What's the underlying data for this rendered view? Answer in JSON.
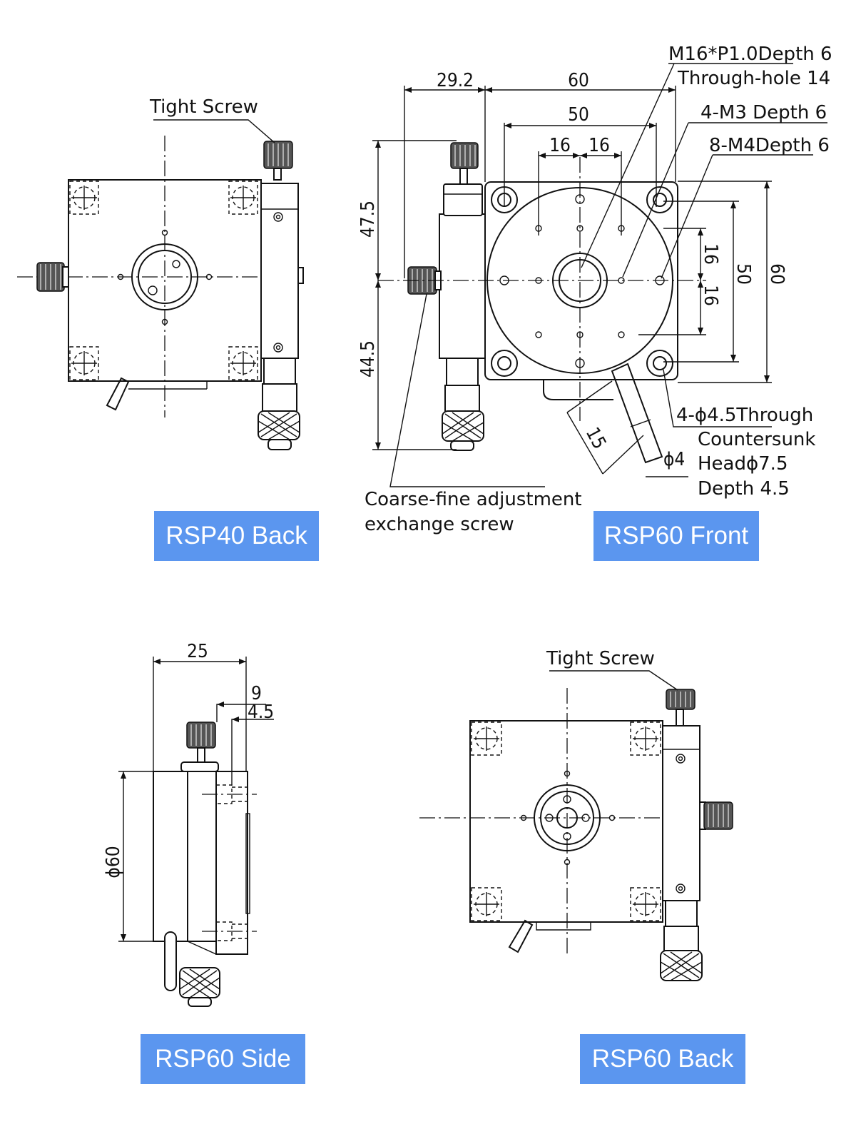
{
  "captions": {
    "rsp40_back": "RSP40 Back",
    "rsp60_front": "RSP60 Front",
    "rsp60_side": "RSP60 Side",
    "rsp60_back": "RSP60 Back"
  },
  "labels": {
    "tight_screw_top": "Tight Screw",
    "tight_screw_bottom": "Tight Screw",
    "coarse_fine_line1": "Coarse-fine adjustment",
    "coarse_fine_line2": "exchange screw",
    "m16_line1": "M16*P1.0Depth 6",
    "m16_line2": "Through-hole 14",
    "m3_note": "4-M3 Depth 6",
    "m4_note": "8-M4Depth 6",
    "through_line1": "4-ϕ4.5Through",
    "through_line2": "Countersunk",
    "through_line3": "Headϕ7.5",
    "through_line4": "Depth 4.5"
  },
  "dimensions": {
    "front_29_2": "29.2",
    "front_60_top": "60",
    "front_50_top": "50",
    "front_16_left": "16",
    "front_16_right": "16",
    "front_47_5": "47.5",
    "front_44_5": "44.5",
    "front_16_upper": "16",
    "front_16_lower": "16",
    "front_50_right": "50",
    "front_60_right": "60",
    "front_15": "15",
    "front_phi4": "ϕ4",
    "side_25": "25",
    "side_9": "9",
    "side_4_5": "4.5",
    "side_phi60": "ϕ60"
  },
  "colors": {
    "caption_bg": "#5b96ef",
    "caption_text": "#ffffff",
    "line": "#111111"
  }
}
